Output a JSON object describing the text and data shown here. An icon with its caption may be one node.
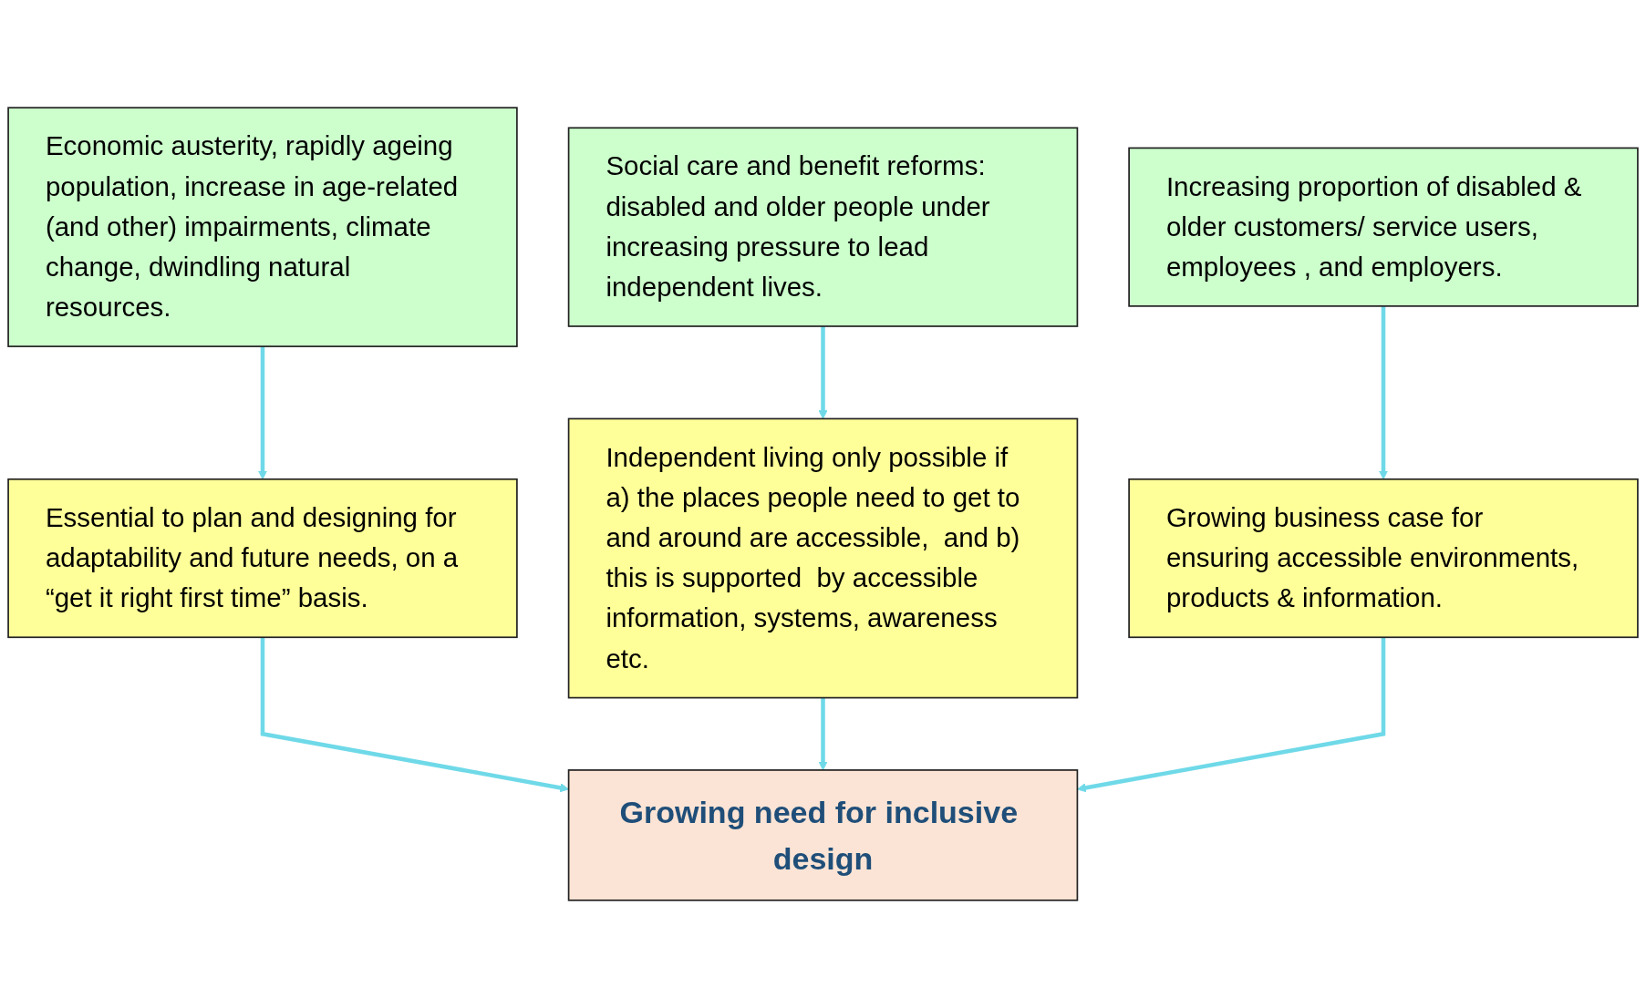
{
  "diagram": {
    "nodes": [
      {
        "text": [
          "Economic austerity, rapidly ageing population, increase in age-related (and other) impairments, climate change, dwindling natural resources."
        ]
      },
      {
        "text": [
          "Social care and benefit reforms: disabled and older people under increasing pressure to lead independent lives."
        ]
      },
      {
        "text": [
          "Increasing proportion of disabled & older customers/ service users, employees , and employers."
        ]
      },
      {
        "text": [
          "Essential to plan and designing for adaptability and future needs, on a “get it right first time” basis."
        ]
      },
      {
        "text": [
          "Independent living only possible if a) the places people need to get to and around are accessible,  and b) this is supported  by accessible information, systems, awareness etc."
        ]
      },
      {
        "text": [
          "Growing business case for ensuring accessible environments, products & information."
        ]
      },
      {
        "text": [
          "Growing need for inclusive design"
        ]
      }
    ],
    "edges": [
      {
        "from": 0,
        "to": 3,
        "arrow": "to"
      },
      {
        "from": 1,
        "to": 4,
        "arrow": "to"
      },
      {
        "from": 2,
        "to": 5,
        "arrow": "to"
      },
      {
        "from": 3,
        "to": 6,
        "arrow": "to"
      },
      {
        "from": 4,
        "to": 6,
        "arrow": "to"
      },
      {
        "from": 5,
        "to": 6,
        "arrow": "to"
      }
    ]
  }
}
